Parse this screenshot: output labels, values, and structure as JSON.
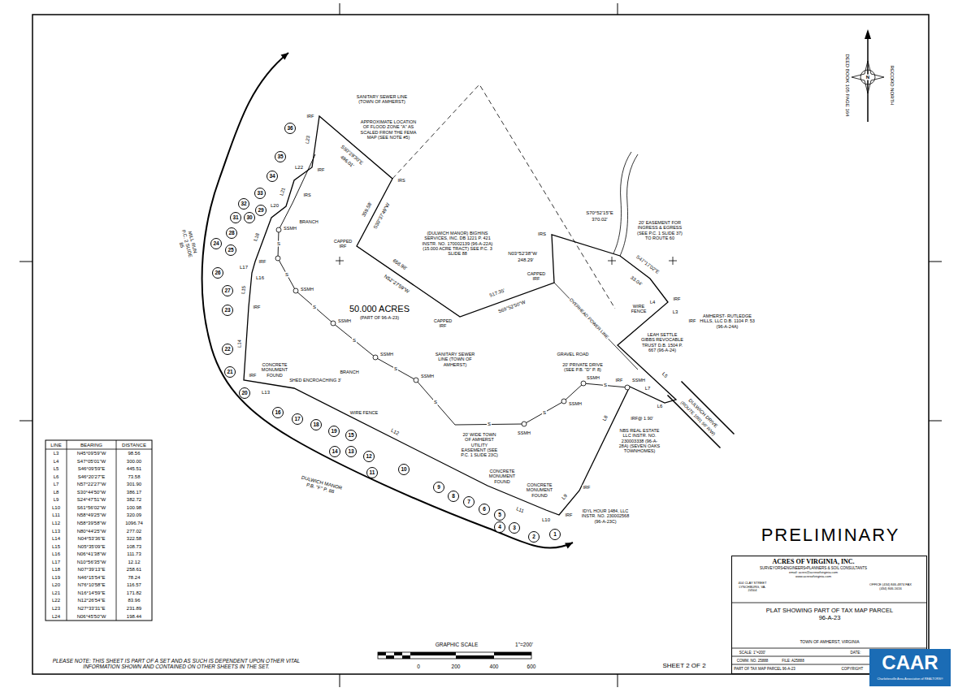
{
  "diagram": {
    "nodes": [
      {
        "text": [
          "36"
        ]
      },
      {
        "text": [
          "35"
        ]
      },
      {
        "text": [
          "34"
        ]
      },
      {
        "text": [
          "33"
        ]
      },
      {
        "text": [
          "32"
        ]
      },
      {
        "text": [
          "29"
        ]
      },
      {
        "text": [
          "31"
        ]
      },
      {
        "text": [
          "30"
        ]
      },
      {
        "text": [
          "28"
        ]
      },
      {
        "text": [
          "24"
        ]
      },
      {
        "text": [
          "25"
        ]
      },
      {
        "text": [
          "26"
        ]
      },
      {
        "text": [
          "27"
        ]
      },
      {
        "text": [
          "23"
        ]
      },
      {
        "text": [
          "22"
        ]
      },
      {
        "text": [
          "21"
        ]
      },
      {
        "text": [
          "20"
        ]
      },
      {
        "text": [
          "16"
        ]
      },
      {
        "text": [
          "17"
        ]
      },
      {
        "text": [
          "18"
        ]
      },
      {
        "text": [
          "19"
        ]
      },
      {
        "text": [
          "15"
        ]
      },
      {
        "text": [
          "14"
        ]
      },
      {
        "text": [
          "13"
        ]
      },
      {
        "text": [
          "12"
        ]
      },
      {
        "text": [
          "11"
        ]
      },
      {
        "text": [
          "10"
        ]
      },
      {
        "text": [
          "9"
        ]
      },
      {
        "text": [
          "8"
        ]
      },
      {
        "text": [
          "7"
        ]
      },
      {
        "text": [
          "6"
        ]
      },
      {
        "text": [
          "5"
        ]
      },
      {
        "text": [
          "4"
        ]
      },
      {
        "text": [
          "3"
        ]
      },
      {
        "text": [
          "2"
        ]
      },
      {
        "text": [
          "1"
        ]
      },
      {
        "text": [
          "ACRES OF VIRGINIA, INC.",
          "SURVEYORS•ENGINEERS•PLANNERS & SOIL CONSULTANTS",
          "email: acres@acresofvirginia.com",
          "www.acresofvirginia.com",
          "404 CLAY STREET LYNCHBURG, VA. 24504",
          "OFFICE (434) 846-4874 FAX (434) 846-1616",
          "PLAT SHOWING PART OF TAX MAP PARCEL 96-A-23",
          "TOWN OF AMHERST, VIRGINIA",
          "SCALE: 1\"=200'",
          "DATE:",
          "COMM. NO. 25888",
          "FILE: A25888",
          "PART OF TAX MAP PARCEL 96-A-23",
          "COPYRIGHT"
        ]
      },
      {
        "text": [
          "CAAR",
          "Charlottesville Area Association of REALTORS®"
        ]
      }
    ],
    "labels": [
      "RECORD NORTH",
      "DEED BOOK 105 PAGE 164",
      "SANITARY SEWER LINE (TOWN OF AMHERST)",
      "APPROXIMATE LOCATION OF FLOOD ZONE \"A\" AS SCALED FROM THE FEMA MAP (SEE NOTE #5)",
      "S50°29'30\"E",
      "496.01'",
      "L23",
      "L22",
      "L21",
      "L20",
      "L18",
      "L17",
      "L16",
      "L15",
      "L14",
      "L13",
      "L12",
      "L11",
      "L10",
      "L9",
      "L8",
      "L7",
      "L6",
      "L5",
      "L4",
      "L3",
      "359.58'",
      "S30°37'49\"W",
      "658.98'",
      "N52°27'59\"W",
      "(DULWICH MANOR) BIGHINS SERVICES, INC. DB 1221 P. 421 INSTR. NO. 170002139 (96-A-22A) (15.000 ACRE TRACT) SEE P.C. 3 SLIDE 88",
      "N03°52'38\"W",
      "248.29'",
      "IRS",
      "S70°52'15\"E",
      "370.02'",
      "20' EASEMENT FOR INGRESS & EGRESS (SEE P.C. 1 SLIDE 37) TO ROUTE 60",
      "S47°17'02\"E",
      "33.04'",
      "WIRE FENCE",
      "50.000 ACRES",
      "(PART OF 96-A-23)",
      "517.35'",
      "S69°52'50\"W",
      "CAPPED IRF",
      "CAPPED IRF",
      "CAPPED IRF",
      "OVERHEAD POWER LINE",
      "AMHERST- RUTLEDGE HILLS, LLC D.B. 1104 P. 53 (96-A-24A)",
      "LEAH SETTLE GIBBS REVOCABLE TRUST D.B. 1504 P. 667 (96-A-24)",
      "GRAVEL ROAD",
      "20' PRIVATE DRIVE (SEE P.B. \"D\" P. 8)",
      "NBS REAL ESTATE LLC INSTR. NO. 230003338 (96-A-28A) (SEVEN OAKS TOWNHOMES)",
      "DULWICH DRIVE",
      "(ROUTE 1001 50' R/W)",
      "IRF@ 1.90'",
      "IDYL HOUR 1484, LLC INSTR. NO. 230002568 (96-A-23C)",
      "20' WIDE TOWN OF AMHERST UTILITY EASEMENT (SEE P.C. 1 SLIDE 23C)",
      "CONCRETE MONUMENT FOUND",
      "CONCRETE MONUMENT FOUND",
      "CONCRETE MONUMENT FOUND",
      "SHED ENCROACHING 3'",
      "WIRE FENCE",
      "DULWICH MANOR P.B. \"F\" P. 88",
      "MILL RUN P.C. 2 SLIDE 85",
      "BRANCH",
      "BRANCH",
      "SANITARY SEWER LINE (TOWN OF AMHERST)",
      "SSMH",
      "SSMH",
      "SSMH",
      "SSMH",
      "SSMH",
      "SSMH",
      "SSMH",
      "SSMH",
      "SSMH",
      "IRF",
      "IRS",
      "IRS",
      "IRF",
      "IRF",
      "IRF",
      "IRF",
      "IRF",
      "IRF",
      "IRF",
      "IRF",
      "IRF",
      "S",
      "S",
      "S",
      "S",
      "S",
      "S",
      "S",
      "S",
      "S",
      "PRELIMINARY",
      "GRAPHIC SCALE",
      "1\"=200'",
      "0",
      "200",
      "400",
      "600",
      "PLEASE NOTE: THIS SHEET IS PART OF A SET AND AS SUCH IS DEPENDENT UPON OTHER VITAL INFORMATION SHOWN AND CONTAINED ON OTHER SHEETS IN THE SET.",
      "SHEET 2 OF 2",
      "N",
      "LINE",
      "BEARING",
      "DISTANCE",
      "L3",
      "N45°09'59\"W",
      "98.56",
      "L4",
      "S47°05'01\"W",
      "300.00",
      "L5",
      "S46°09'59\"E",
      "445.51",
      "L6",
      "S46°20'27\"E",
      "73.58",
      "L7",
      "N57°22'27\"W",
      "301.90",
      "L8",
      "S30°44'50\"W",
      "386.17",
      "L9",
      "S24°47'51\"W",
      "382.72",
      "L10",
      "S61°56'02\"W",
      "100.98",
      "L11",
      "N58°49'25\"W",
      "320.09",
      "L12",
      "N58°39'58\"W",
      "1096.74",
      "L13",
      "N80°44'25\"W",
      "277.02",
      "L14",
      "N04°53'36\"E",
      "322.58",
      "L15",
      "N05°35'09\"E",
      "108.73",
      "L16",
      "N06°41'38\"W",
      "111.73",
      "L17",
      "N10°56'35\"W",
      "12.12",
      "L18",
      "N07°39'13\"E",
      "258.61",
      "L19",
      "N46°15'54\"E",
      "78.24",
      "L20",
      "N76°10'58\"E",
      "116.57",
      "L21",
      "N16°14'59\"E",
      "171.82",
      "L22",
      "N12°26'54\"E",
      "83.96",
      "L23",
      "N27°33'31\"E",
      "231.89",
      "L24",
      "N06°45'50\"W",
      "198.44"
    ]
  }
}
